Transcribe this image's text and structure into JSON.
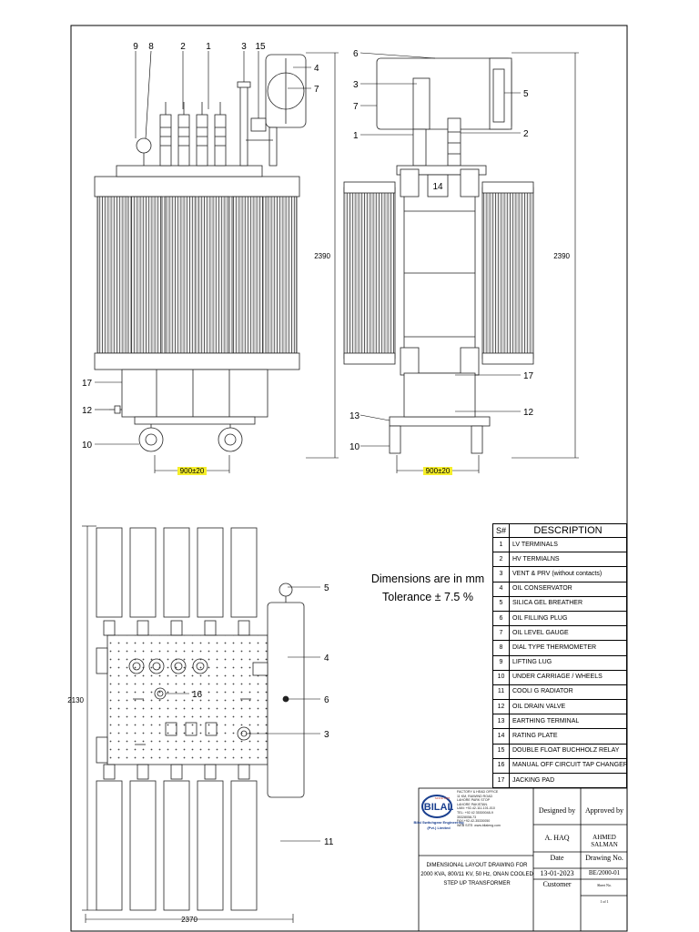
{
  "drawing": {
    "front_view": {
      "callouts_top": [
        "9",
        "8",
        "2",
        "1",
        "3",
        "15"
      ],
      "callouts_right": [
        "4",
        "7"
      ],
      "callouts_left": [
        "17",
        "12",
        "10"
      ],
      "height_dim": "2390",
      "width_dim": "900±20"
    },
    "side_view": {
      "callouts_left": [
        "6",
        "3",
        "7",
        "1",
        "13",
        "10"
      ],
      "callouts_right": [
        "5",
        "2",
        "17",
        "12"
      ],
      "plate_label": "14",
      "height_dim": "2390",
      "width_dim": "900±20"
    },
    "top_view": {
      "callouts_right": [
        "5",
        "4",
        "6",
        "3",
        "11"
      ],
      "callout_inner": "16",
      "height_dim": "2130",
      "width_dim": "2370"
    },
    "highlight_color": "#f5ee2a"
  },
  "notes": {
    "line1": "Dimensions are in mm",
    "line2": "Tolerance ± 7.5 %"
  },
  "description_table": {
    "header_sn": "S#",
    "header_desc": "DESCRIPTION",
    "rows": [
      {
        "sn": "1",
        "desc": "LV TERMINALS"
      },
      {
        "sn": "2",
        "desc": "HV TERMIALNS"
      },
      {
        "sn": "3",
        "desc": "VENT & PRV (without contacts)"
      },
      {
        "sn": "4",
        "desc": "OIL CONSERVATOR"
      },
      {
        "sn": "5",
        "desc": "SILICA GEL BREATHER"
      },
      {
        "sn": "6",
        "desc": "OIL FILLING PLUG"
      },
      {
        "sn": "7",
        "desc": "OIL LEVEL GAUGE"
      },
      {
        "sn": "8",
        "desc": "DIAL TYPE THERMOMETER"
      },
      {
        "sn": "9",
        "desc": "LIFTING LUG"
      },
      {
        "sn": "10",
        "desc": "UNDER CARRIAGE / WHEELS"
      },
      {
        "sn": "11",
        "desc": "COOLI G RADIATOR"
      },
      {
        "sn": "12",
        "desc": "OIL DRAIN VALVE"
      },
      {
        "sn": "13",
        "desc": "EARTHING TERMINAL"
      },
      {
        "sn": "14",
        "desc": "RATING PLATE"
      },
      {
        "sn": "15",
        "desc": "DOUBLE FLOAT BUCHHOLZ RELAY"
      },
      {
        "sn": "16",
        "desc": "MANUAL OFF CIRCUIT TAP CHANGER"
      },
      {
        "sn": "17",
        "desc": "JACKING PAD"
      }
    ]
  },
  "title_block": {
    "logo_text": "BILAL",
    "logo_since": "SINCE 1975",
    "company": "Bilal Switchgear Engineering",
    "company_sub": "(Pvt.) Limited",
    "address_lines": [
      "FACTORY & HEAD OFFICE",
      "11 KM, RAIWIND ROAD",
      "LAHORE PARK STOP",
      "LAHORE PAKISTAN.",
      "UAN: +92-42-111-101-010",
      "TEL: +92 42 35300048-9",
      "35328058-73",
      "FAX:+92-42-35330050",
      "WEB SITE: www.bilaleng.com"
    ],
    "designed_by_label": "Designed by",
    "approved_by_label": "Approved by",
    "designed_by": "A. HAQ",
    "approved_by": "AHMED SALMAN",
    "date_label": "Date",
    "drawing_no_label": "Drawing No.",
    "date": "13-01-2023",
    "drawing_no": "BE/2000-01",
    "customer_label": "Customer",
    "sheet_no_label": "Sheet No.",
    "sheet_no": "1 of 1",
    "title_line1": "DIMENSIONAL LAYOUT DRAWING FOR",
    "title_line2": "2000 KVA, 800/11 KV, 50 Hz, ONAN COOLED",
    "title_line3": "STEP UP TRANSFORMER"
  }
}
